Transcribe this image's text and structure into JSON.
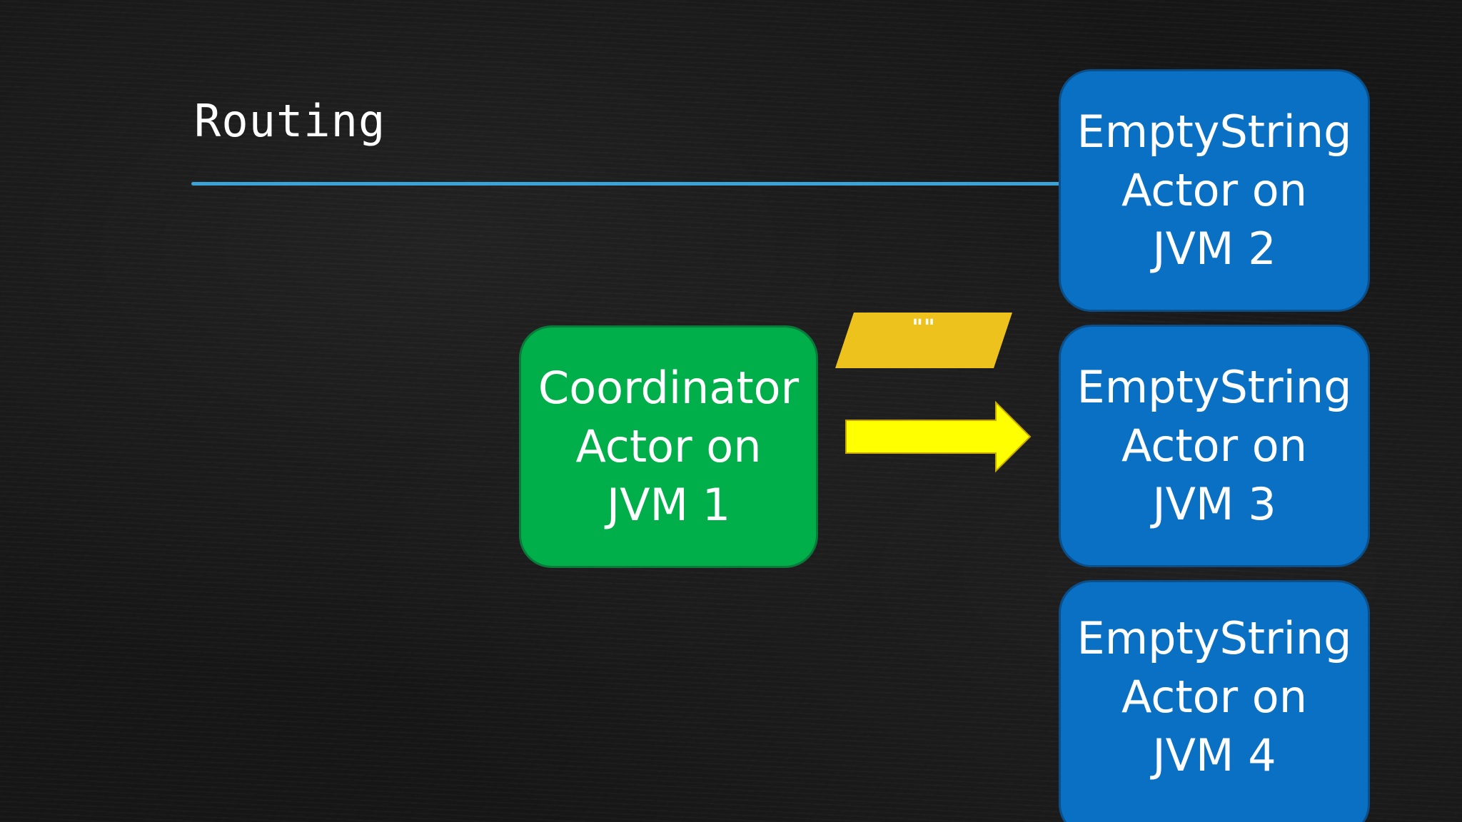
{
  "slide": {
    "title": "Routing"
  },
  "coordinator": {
    "label": "Coordinator\nActor on\nJVM 1"
  },
  "message": {
    "label": "\"\""
  },
  "workers": [
    {
      "label": "EmptyString\nActor on\nJVM 2"
    },
    {
      "label": "EmptyString\nActor on\nJVM 3"
    },
    {
      "label": "EmptyString\nActor on\nJVM 4"
    }
  ],
  "colors": {
    "coordinator": "#00ae4a",
    "worker": "#0970c4",
    "message": "#eec21c",
    "arrow": "#ffff00",
    "rule": "#3ba3d8"
  }
}
